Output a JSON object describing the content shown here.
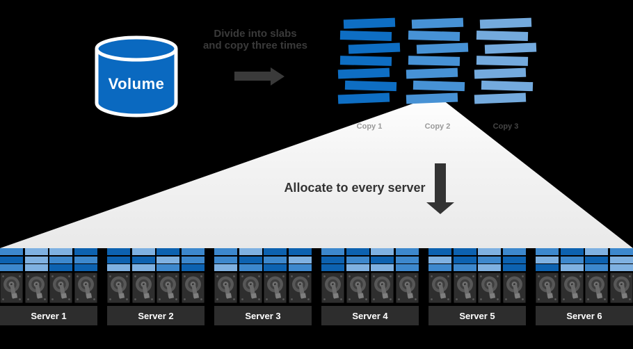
{
  "colors": {
    "background": "#000000",
    "cylinder_blue": "#0a69c0",
    "cylinder_stroke": "#ffffff",
    "arrow_dark": "#3a3a3a",
    "funnel_top": "#ffffff",
    "funnel_bottom": "#e9e9e9",
    "server_bar": "#2d2d2d",
    "server_label_text": "#ffffff",
    "disk_body": "#2e2e2e"
  },
  "slab_shades": {
    "dark": "#0d62b0",
    "medium": "#3d88cd",
    "light": "#7fb1e1"
  },
  "volume": {
    "label": "Volume"
  },
  "divide_caption": {
    "line1": "Divide into slabs",
    "line2": "and copy three times"
  },
  "allocate_caption": "Allocate to every server",
  "copies": [
    {
      "label": "Copy 1",
      "slab_color": "#0e6ec3",
      "label_color": "#999999",
      "slab_count": 7
    },
    {
      "label": "Copy 2",
      "slab_color": "#4792d5",
      "label_color": "#999999",
      "slab_count": 7
    },
    {
      "label": "Copy 3",
      "slab_color": "#74aadd",
      "label_color": "#454545",
      "slab_count": 7
    }
  ],
  "disks_per_server": 4,
  "servers": [
    {
      "label": "Server 1",
      "slab_rows": [
        [
          "medium",
          "light",
          "light",
          "dark"
        ],
        [
          "dark",
          "light",
          "medium",
          "medium"
        ],
        [
          "medium",
          "light",
          "dark",
          "dark"
        ]
      ]
    },
    {
      "label": "Server 2",
      "slab_rows": [
        [
          "dark",
          "light",
          "dark",
          "medium"
        ],
        [
          "dark",
          "dark",
          "light",
          "medium"
        ],
        [
          "light",
          "light",
          "medium",
          "dark"
        ]
      ]
    },
    {
      "label": "Server 3",
      "slab_rows": [
        [
          "medium",
          "light",
          "dark",
          "dark"
        ],
        [
          "medium",
          "dark",
          "medium",
          "light"
        ],
        [
          "light",
          "medium",
          "dark",
          "medium"
        ]
      ]
    },
    {
      "label": "Server 4",
      "slab_rows": [
        [
          "medium",
          "dark",
          "light",
          "medium"
        ],
        [
          "dark",
          "medium",
          "dark",
          "medium"
        ],
        [
          "dark",
          "light",
          "light",
          "medium"
        ]
      ]
    },
    {
      "label": "Server 5",
      "slab_rows": [
        [
          "dark",
          "dark",
          "light",
          "medium"
        ],
        [
          "light",
          "dark",
          "medium",
          "dark"
        ],
        [
          "medium",
          "medium",
          "light",
          "dark"
        ]
      ]
    },
    {
      "label": "Server 6",
      "slab_rows": [
        [
          "medium",
          "dark",
          "light",
          "medium"
        ],
        [
          "light",
          "medium",
          "dark",
          "light"
        ],
        [
          "dark",
          "light",
          "medium",
          "light"
        ]
      ]
    }
  ]
}
